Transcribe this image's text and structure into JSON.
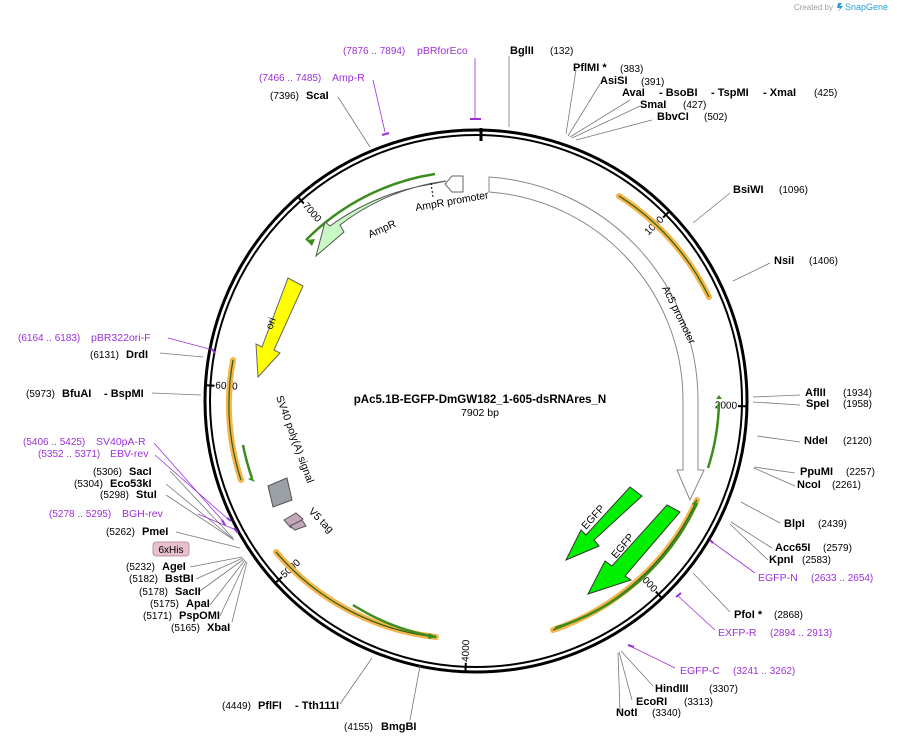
{
  "branding": {
    "created_by": "Created by",
    "app": "SnapGene"
  },
  "map": {
    "title": "pAc5.1B-EGFP-DmGW182_1-605-dsRNAres_N",
    "length_text": "7902 bp",
    "total_bp": 7902
  },
  "ticks": [
    {
      "bp": 1000,
      "label": "1000"
    },
    {
      "bp": 2000,
      "label": "2000"
    },
    {
      "bp": 3000,
      "label": "3000"
    },
    {
      "bp": 4000,
      "label": "4000"
    },
    {
      "bp": 5000,
      "label": "5000"
    },
    {
      "bp": 6000,
      "label": "6000"
    },
    {
      "bp": 7000,
      "label": "7000"
    }
  ],
  "enzymes": [
    {
      "name": "BglII",
      "pos": "(132)"
    },
    {
      "name": "PflMI *",
      "pos": "(383)"
    },
    {
      "name": "AsiSI",
      "pos": "(391)"
    },
    {
      "name": "AvaI",
      "extra1": "BsoBI",
      "extra2": "TspMI",
      "extra3": "XmaI",
      "pos": "(425)"
    },
    {
      "name": "SmaI",
      "pos": "(427)"
    },
    {
      "name": "BbvCI",
      "pos": "(502)"
    },
    {
      "name": "BsiWI",
      "pos": "(1096)"
    },
    {
      "name": "NsiI",
      "pos": "(1406)"
    },
    {
      "name": "AflII",
      "pos": "(1934)"
    },
    {
      "name": "SpeI",
      "pos": "(1958)"
    },
    {
      "name": "NdeI",
      "pos": "(2120)"
    },
    {
      "name": "PpuMI",
      "pos": "(2257)"
    },
    {
      "name": "NcoI",
      "pos": "(2261)"
    },
    {
      "name": "BlpI",
      "pos": "(2439)"
    },
    {
      "name": "Acc65I",
      "pos": "(2579)"
    },
    {
      "name": "KpnI",
      "pos": "(2583)"
    },
    {
      "name": "PfoI *",
      "pos": "(2868)"
    },
    {
      "name": "HindIII",
      "pos": "(3307)"
    },
    {
      "name": "EcoRI",
      "pos": "(3313)"
    },
    {
      "name": "NotI",
      "pos": "(3340)"
    },
    {
      "name": "BmgBI",
      "pos": "(4155)"
    },
    {
      "name": "PflFI",
      "extra1": "Tth111I",
      "pos": "(4449)"
    },
    {
      "name": "XbaI",
      "pos": "(5165)"
    },
    {
      "name": "PspOMI",
      "pos": "(5171)"
    },
    {
      "name": "ApaI",
      "pos": "(5175)"
    },
    {
      "name": "SacII",
      "pos": "(5178)"
    },
    {
      "name": "BstBI",
      "pos": "(5182)"
    },
    {
      "name": "AgeI",
      "pos": "(5232)"
    },
    {
      "name": "PmeI",
      "pos": "(5262)"
    },
    {
      "name": "StuI",
      "pos": "(5298)"
    },
    {
      "name": "Eco53kI",
      "pos": "(5304)"
    },
    {
      "name": "SacI",
      "pos": "(5306)"
    },
    {
      "name": "BfuAI",
      "extra1": "BspMI",
      "pos": "(5973)"
    },
    {
      "name": "DrdI",
      "pos": "(6131)"
    },
    {
      "name": "ScaI",
      "pos": "(7396)"
    }
  ],
  "primers": [
    {
      "name": "pBRforEco",
      "range": "(7876 .. 7894)"
    },
    {
      "name": "Amp-R",
      "range": "(7466 .. 7485)"
    },
    {
      "name": "pBR322ori-F",
      "range": "(6164 .. 6183)"
    },
    {
      "name": "SV40pA-R",
      "range": "(5406 .. 5425)"
    },
    {
      "name": "EBV-rev",
      "range": "(5352 .. 5371)"
    },
    {
      "name": "BGH-rev",
      "range": "(5278 .. 5295)"
    },
    {
      "name": "EGFP-N",
      "range": "(2633 .. 2654)"
    },
    {
      "name": "EXFP-R",
      "range": "(2894 .. 2913)"
    },
    {
      "name": "EGFP-C",
      "range": "(3241 .. 3262)"
    }
  ],
  "features": {
    "ampr": "AmpR",
    "ampr_promoter": "AmpR promoter",
    "ac5_promoter": "Ac5 promoter",
    "ori": "ori",
    "sv40": "SV40 poly(A) signal",
    "v5": "V5 tag",
    "his": "6xHis",
    "egfp1": "EGFP",
    "egfp2": "EGFP"
  },
  "colors": {
    "backbone": "#000000",
    "orf_highlight": "#f5b54a",
    "orf_arrow": "#3c8c1e",
    "egfp": "#00f000",
    "ori": "#ffff00",
    "ampr": "#c9f8c5",
    "primer": "#9b30d9",
    "sv40": "#9aa0a6",
    "v5": "#c4a6bb",
    "his": "#e8c0cc"
  }
}
